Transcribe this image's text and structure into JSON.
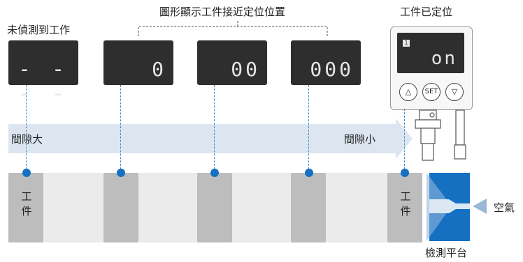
{
  "labels": {
    "not_detected": "未偵測到工作",
    "approach_title": "圖形顯示工件接近定位位置",
    "positioned": "工件已定位",
    "gap_large": "間隙大",
    "gap_small": "間隙小",
    "workpiece": "工件",
    "air": "空氣",
    "platform": "檢測平台"
  },
  "displays": [
    {
      "text": "- - - -"
    },
    {
      "text": "0"
    },
    {
      "text": "00"
    },
    {
      "text": "000"
    }
  ],
  "sensor": {
    "channel": "1",
    "value": "on",
    "buttons": {
      "up": "△",
      "set": "SET",
      "down": "▽"
    }
  },
  "colors": {
    "accent": "#1670c2",
    "display_bg": "#2e2e2e",
    "arrow": "#dde6f0",
    "workpiece": "#bdbdbd",
    "band": "#ebebeb"
  }
}
